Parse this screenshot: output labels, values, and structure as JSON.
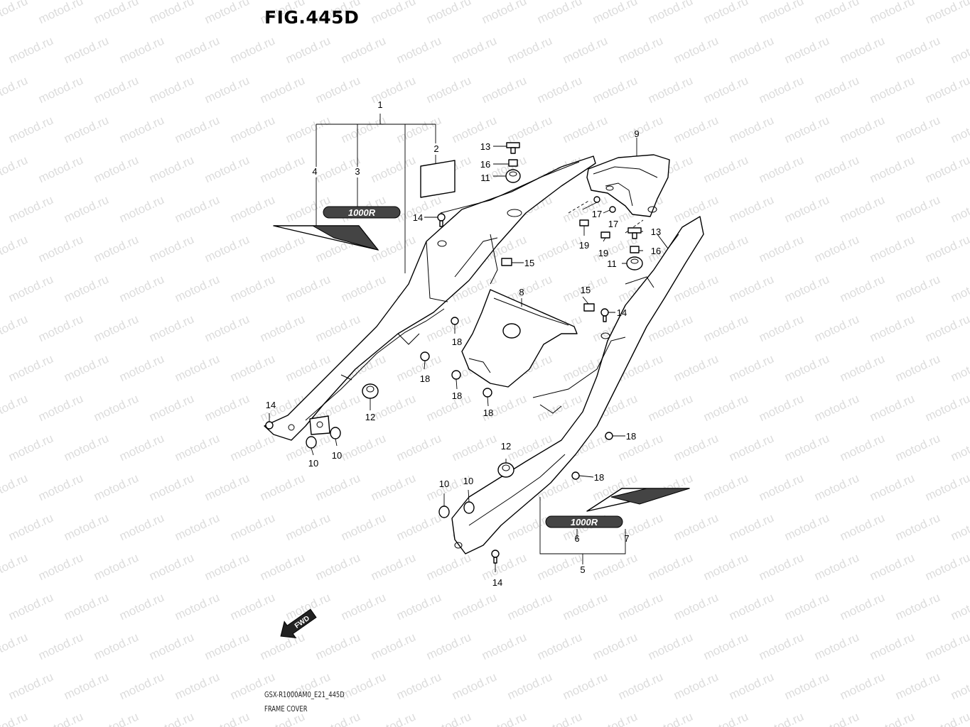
{
  "figure_title": "FIG.445D",
  "watermark_text": "motod.ru",
  "footer": {
    "model_code": "GSX-R1000AM0_E21_445D",
    "section_name": "FRAME COVER"
  },
  "fwd_label": "FWD",
  "decal_text": "1000R",
  "callouts": {
    "c1": "1",
    "c2": "2",
    "c3": "3",
    "c4": "4",
    "c5": "5",
    "c6": "6",
    "c7": "7",
    "c8": "8",
    "c9": "9",
    "c10a": "10",
    "c10b": "10",
    "c10c": "10",
    "c10d": "10",
    "c11a": "11",
    "c11b": "11",
    "c12a": "12",
    "c12b": "12",
    "c13a": "13",
    "c13b": "13",
    "c14a": "14",
    "c14b": "14",
    "c14c": "14",
    "c14d": "14",
    "c15a": "15",
    "c15b": "15",
    "c16a": "16",
    "c16b": "16",
    "c17a": "17",
    "c17b": "17",
    "c18a": "18",
    "c18b": "18",
    "c18c": "18",
    "c18d": "18",
    "c18e": "18",
    "c18f": "18",
    "c19a": "19",
    "c19b": "19"
  }
}
